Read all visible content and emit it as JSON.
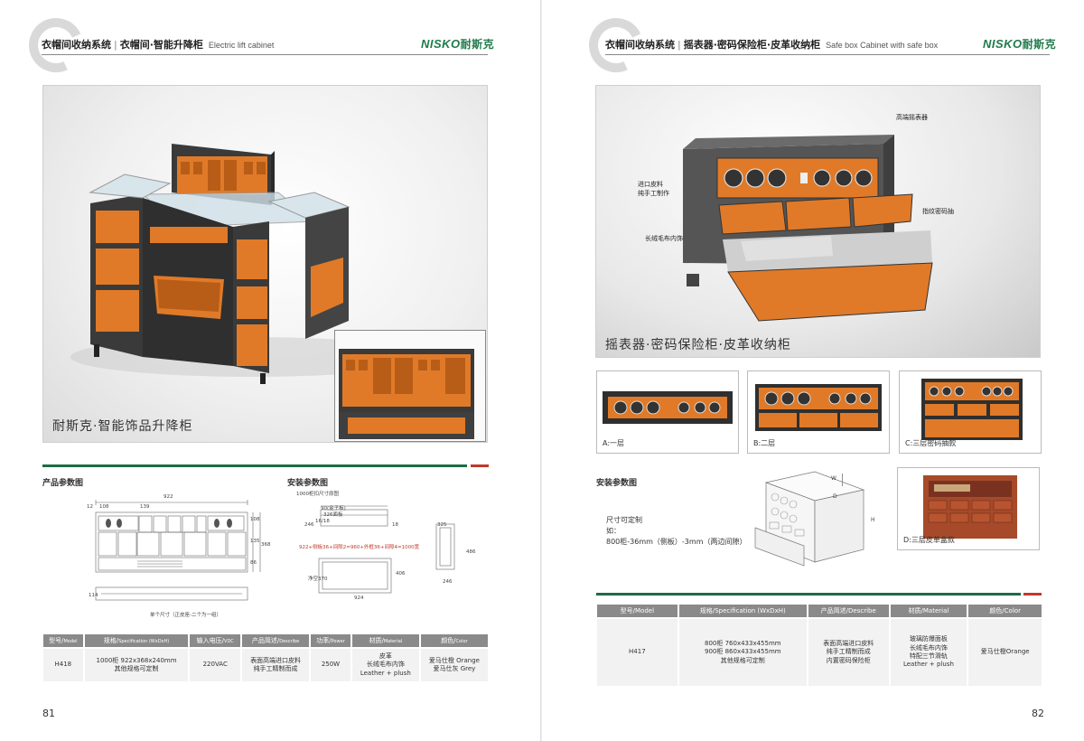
{
  "left_page": {
    "header": {
      "system": "衣帽间收纳系统",
      "subtitle": "衣帽间·智能升降柜",
      "subtitle_en": "Electric lift cabinet",
      "logo_latin": "NISKO",
      "logo_cn": "耐斯克"
    },
    "hero_caption": "耐斯克·智能饰品升降柜",
    "params_title": "产品参数图",
    "install_title": "安装参数图",
    "install_sub": "1000柜扣尺寸原图",
    "dims": {
      "total_width": "922",
      "d12": "12",
      "d108": "108",
      "d139": "139",
      "h108": "108",
      "h135": "135",
      "h368": "368",
      "h86": "86",
      "h114": "114",
      "note": "单个尺寸（正皮座-二个为一组）",
      "i246": "246",
      "i18": "18",
      "i_formula": "922+侧板36+间隙2=960+外框36+间隙4=1000宽",
      "i370": "净空370",
      "i406": "406",
      "i924": "924",
      "i325": "325",
      "i486": "486",
      "i246b": "246",
      "top_label_a": "90(金子板)",
      "top_label_b": "326面板",
      "side_a": "16/18",
      "side_b": "18"
    },
    "table": {
      "headers": [
        {
          "cn": "型号/",
          "en": "Model"
        },
        {
          "cn": "规格/",
          "en": "Specification (WxDxH)"
        },
        {
          "cn": "输入电压/",
          "en": "VDC"
        },
        {
          "cn": "产品简述/",
          "en": "Describe"
        },
        {
          "cn": "功率/",
          "en": "Power"
        },
        {
          "cn": "材质/",
          "en": "Material"
        },
        {
          "cn": "颜色/",
          "en": "Color"
        }
      ],
      "row": {
        "model": "H418",
        "spec_1": "1000柜 922x368x240mm",
        "spec_2": "其他规格可定制",
        "voltage": "220VAC",
        "desc_1": "表面高端进口皮料",
        "desc_2": "纯手工精制而成",
        "power": "250W",
        "mat_1": "皮革",
        "mat_2": "长绒毛布内饰",
        "mat_3": "Leather + plush",
        "color_1": "爱马仕橙 Orange",
        "color_2": "爱马仕灰 Grey"
      }
    },
    "page_number": "81"
  },
  "right_page": {
    "header": {
      "system": "衣帽间收纳系统",
      "subtitle": "摇表器·密码保险柜·皮革收纳柜",
      "subtitle_en": "Safe box Cabinet with safe box",
      "logo_latin": "NISKO",
      "logo_cn": "耐斯克"
    },
    "hero_caption": "摇表器·密码保险柜·皮革收纳柜",
    "annotations": {
      "watch_winder": "高端摇表器",
      "leather_1": "进口皮料",
      "leather_2": "纯手工制作",
      "fingerprint": "指纹密码抽",
      "plush": "长绒毛布内饰"
    },
    "variants": [
      {
        "label": "A:一层"
      },
      {
        "label": "B:二层"
      },
      {
        "label": "C:三层密码抽款"
      }
    ],
    "install_title": "安装参数图",
    "install_text_1": "尺寸可定制",
    "install_text_2": "如：",
    "install_text_3": "800柜-36mm（侧板）-3mm（两边间隙）",
    "drawing_dims": {
      "w": "W",
      "d": "D",
      "h": "H"
    },
    "variant_d": "D:三层皮革盒款",
    "table": {
      "headers": [
        {
          "cn": "型号/",
          "en": "Model"
        },
        {
          "cn": "规格/",
          "en": "Specification (WxDxH)"
        },
        {
          "cn": "产品简述/",
          "en": "Describe"
        },
        {
          "cn": "材质/",
          "en": "Material"
        },
        {
          "cn": "颜色/",
          "en": "Color"
        }
      ],
      "row": {
        "model": "H417",
        "spec_1": "800柜 760x433x455mm",
        "spec_2": "900柜 860x433x455mm",
        "spec_3": "其他规格可定制",
        "desc_1": "表面高端进口皮料",
        "desc_2": "纯手工精制而成",
        "desc_3": "内置密码保险柜",
        "mat_1": "玻璃防爆面板",
        "mat_2": "长绒毛布内饰",
        "mat_3": "特配三节滑轨",
        "mat_4": "Leather + plush",
        "color": "爱马仕橙Orange"
      }
    },
    "page_number": "82"
  },
  "colors": {
    "orange": "#e07a28",
    "dark": "#3d3d3d",
    "green": "#1e6b46",
    "red": "#c0392b",
    "table_header": "#8a8a8a"
  }
}
